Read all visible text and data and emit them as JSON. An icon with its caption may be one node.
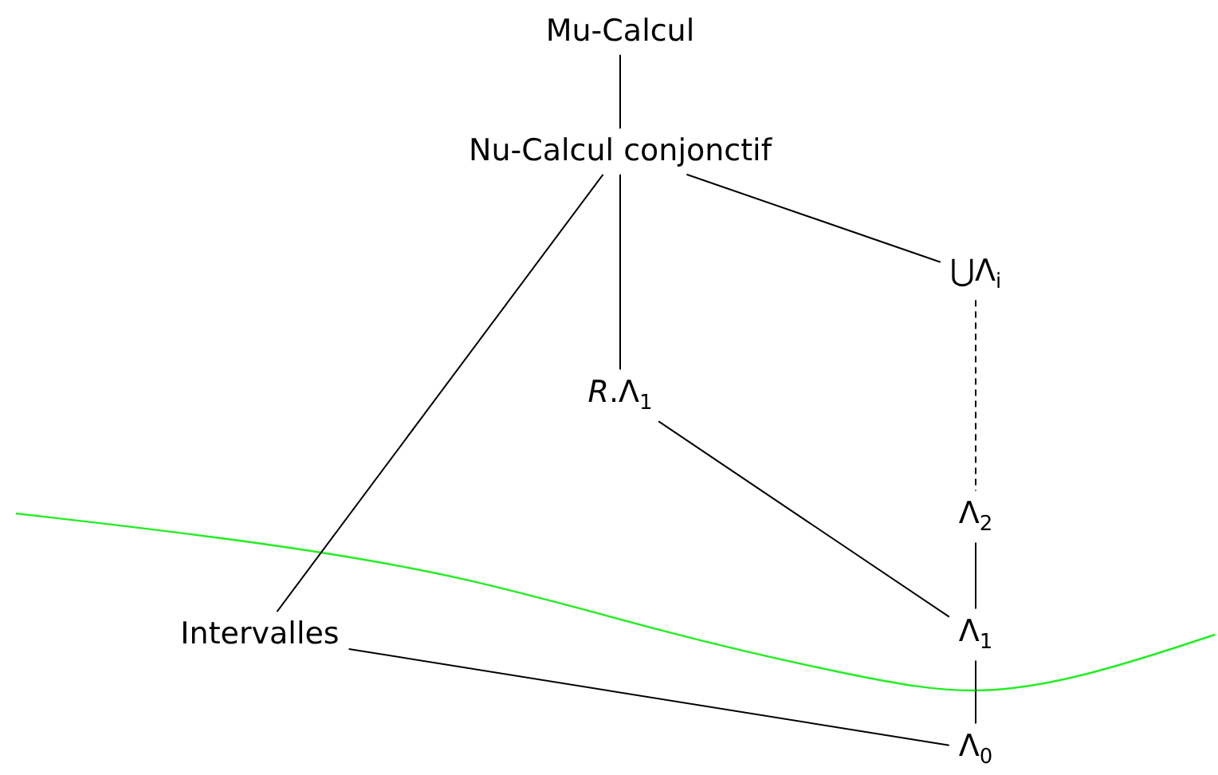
{
  "diagram": {
    "nodes": [
      {
        "text": [
          "Mu-Calcul"
        ]
      },
      {
        "text": [
          "Nu-Calcul conjonctif"
        ]
      },
      {
        "text": [
          "⋃Λ$_{i}$"
        ]
      },
      {
        "text": [
          "*R*.Λ$_{1}$"
        ]
      },
      {
        "text": [
          "Λ$_{2}$"
        ]
      },
      {
        "text": [
          "Intervalles"
        ]
      },
      {
        "text": [
          "Λ$_{1}$"
        ]
      },
      {
        "text": [
          "Λ$_{0}$"
        ]
      }
    ],
    "edges": [
      {
        "from": 0,
        "to": 1,
        "arrow": "none"
      },
      {
        "from": 1,
        "to": 5,
        "arrow": "none"
      },
      {
        "from": 1,
        "to": 3,
        "arrow": "none"
      },
      {
        "from": 1,
        "to": 2,
        "arrow": "none"
      },
      {
        "from": 2,
        "to": 4,
        "arrow": "none",
        "style": "dashed"
      },
      {
        "from": 3,
        "to": 6,
        "arrow": "none"
      },
      {
        "from": 4,
        "to": 6,
        "arrow": "none"
      },
      {
        "from": 6,
        "to": 7,
        "arrow": "none"
      },
      {
        "from": 5,
        "to": 7,
        "arrow": "none"
      }
    ]
  }
}
